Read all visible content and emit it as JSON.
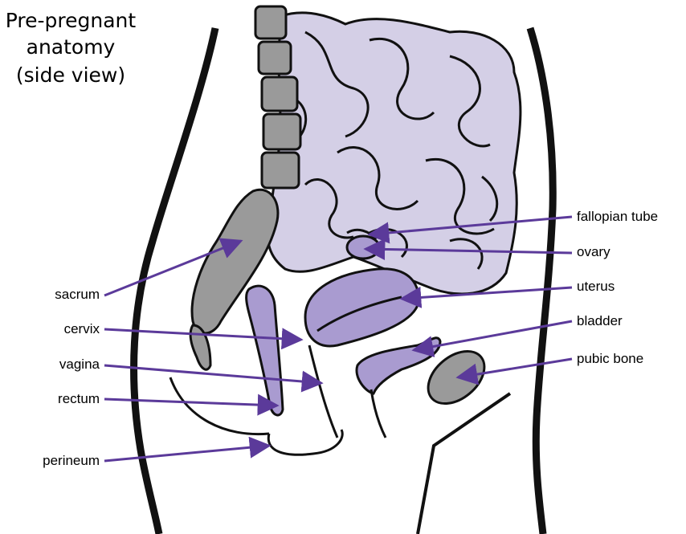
{
  "title": {
    "line1": "Pre-pregnant",
    "line2": "anatomy",
    "line3": "(side view)"
  },
  "labels": {
    "sacrum": "sacrum",
    "cervix": "cervix",
    "vagina": "vagina",
    "rectum": "rectum",
    "perineum": "perineum",
    "fallopian_tube": "fallopian tube",
    "ovary": "ovary",
    "uterus": "uterus",
    "bladder": "bladder",
    "pubic_bone": "pubic bone"
  },
  "colors": {
    "intestine_fill": "#d4cfe6",
    "organ_fill": "#a99bd0",
    "bone_fill": "#9a9a9a",
    "leader_line": "#5b3a9a",
    "outline": "#111111"
  }
}
